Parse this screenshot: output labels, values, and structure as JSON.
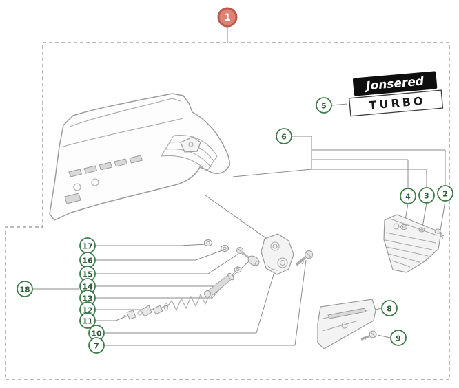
{
  "diagram": {
    "badge_label": "1",
    "brand": {
      "name": "Jonsered",
      "model": "TURBO"
    },
    "callouts": {
      "n2": "2",
      "n3": "3",
      "n4": "4",
      "n5": "5",
      "n6": "6",
      "n7": "7",
      "n8": "8",
      "n9": "9",
      "n10": "10",
      "n11": "11",
      "n12": "12",
      "n13": "13",
      "n14": "14",
      "n15": "15",
      "n16": "16",
      "n17": "17",
      "n18": "18"
    },
    "colors": {
      "badge_fill": "#de8274",
      "badge_ring": "#bc5a4e",
      "callout_ring": "#3c7d4a",
      "line": "#8a8a8a",
      "art_line": "#9c9c9c"
    }
  }
}
